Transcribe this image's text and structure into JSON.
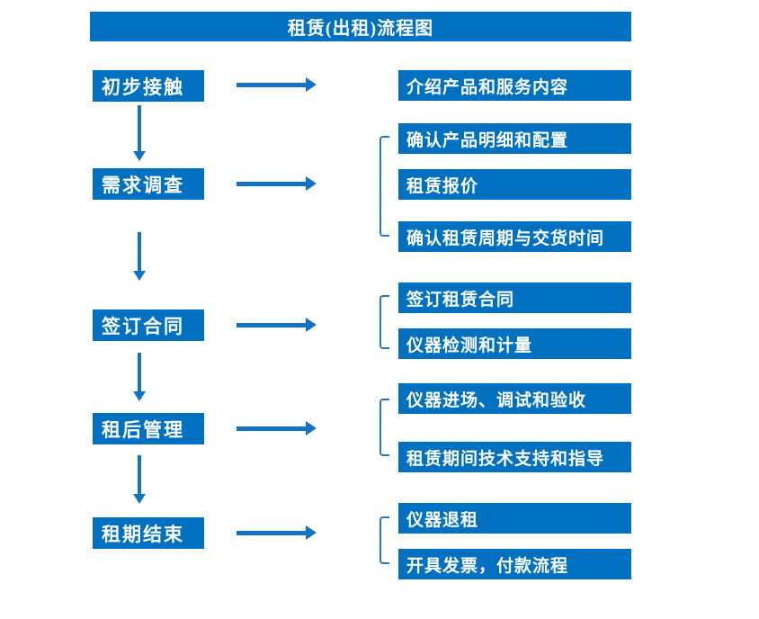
{
  "title": "租赁(出租)流程图",
  "colors": {
    "box_fill": "#0070C0",
    "arrow": "#1273C4",
    "bracket": "#2E75B6",
    "text": "#FFFFFF",
    "background": "#FFFFFF"
  },
  "steps": [
    {
      "label": "初步接触",
      "outputs": [
        "介绍产品和服务内容"
      ]
    },
    {
      "label": "需求调查",
      "outputs": [
        "确认产品明细和配置",
        "租赁报价",
        "确认租赁周期与交货时间"
      ]
    },
    {
      "label": "签订合同",
      "outputs": [
        "签订租赁合同",
        "仪器检测和计量"
      ]
    },
    {
      "label": "租后管理",
      "outputs": [
        "仪器进场、调试和验收",
        "租赁期间技术支持和指导"
      ]
    },
    {
      "label": "租期结束",
      "outputs": [
        "仪器退租",
        "开具发票，付款流程"
      ]
    }
  ]
}
